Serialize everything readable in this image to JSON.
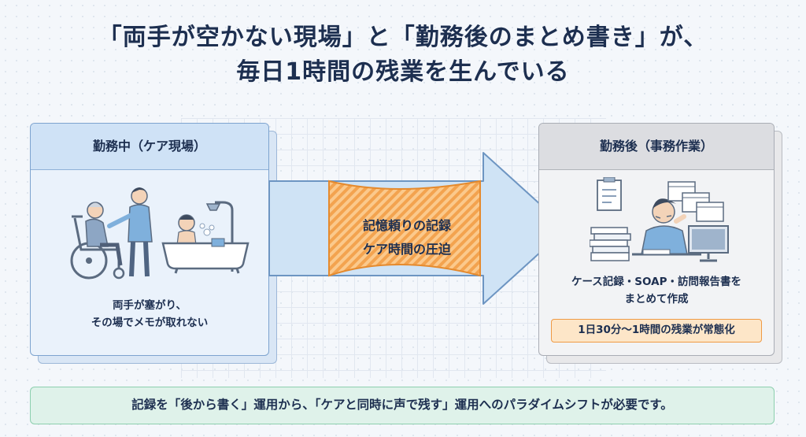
{
  "title": {
    "line1": "「両手が空かない現場」と「勤務後のまとめ書き」が、",
    "line2": "毎日1時間の残業を生んでいる"
  },
  "left_card": {
    "heading": "勤務中（ケア現場）",
    "caption_line1": "両手が塞がり、",
    "caption_line2": "その場でメモが取れない"
  },
  "center": {
    "line1": "記憶頼りの記録",
    "line2": "ケア時間の圧迫"
  },
  "right_card": {
    "heading": "勤務後（事務作業）",
    "caption_line1": "ケース記録・SOAP・訪問報告書を",
    "caption_line2": "まとめて作成",
    "badge": "1日30分〜1時間の残業が常態化"
  },
  "banner": "記録を「後から書く」運用から、「ケアと同時に声で残す」運用へのパラダイムシフトが必要です。",
  "colors": {
    "left_accent": "#7da3cf",
    "right_accent": "#a9adb5",
    "arrow_fill": "#cfe3f5",
    "stripe_orange": "#f3a34f",
    "badge_border": "#ef9a44",
    "banner_border": "#8ccfae"
  },
  "icons": [
    "wheelchair-care-icon",
    "bath-care-icon",
    "documents-icon",
    "tired-worker-icon",
    "monitor-icon"
  ]
}
